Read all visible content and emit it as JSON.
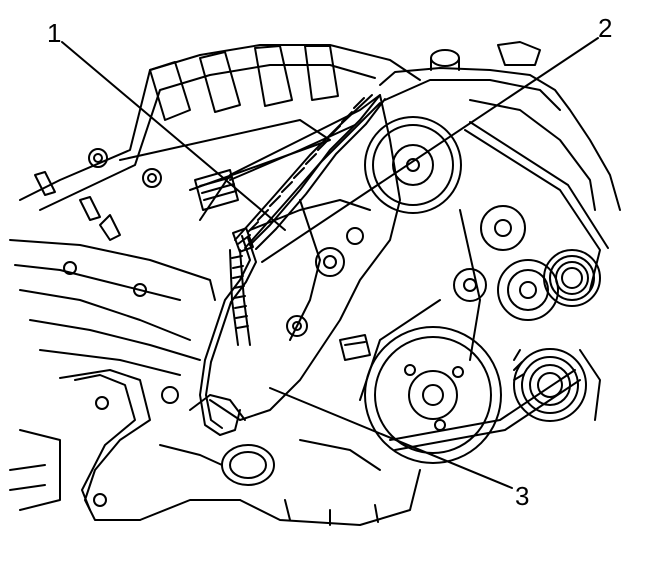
{
  "diagram": {
    "callouts": [
      {
        "id": "1",
        "label": "1"
      },
      {
        "id": "2",
        "label": "2"
      },
      {
        "id": "3",
        "label": "3"
      }
    ]
  },
  "colors": {
    "ink": "#000000",
    "paper": "#ffffff"
  }
}
